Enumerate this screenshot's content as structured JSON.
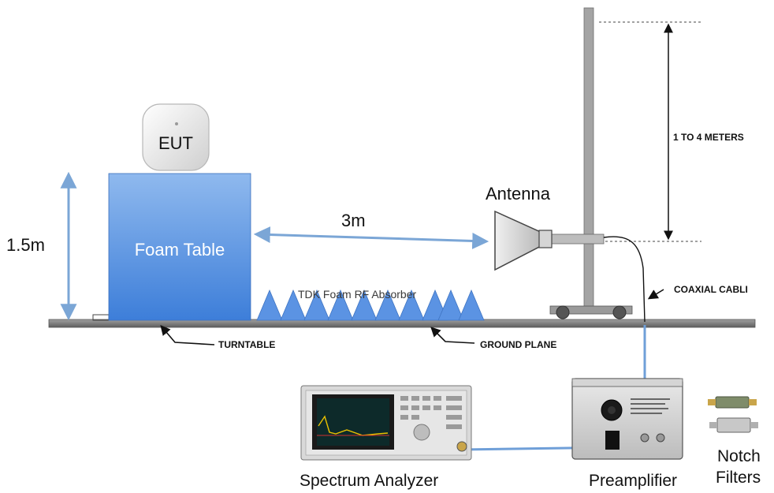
{
  "labels": {
    "eut": "EUT",
    "foam_table": "Foam Table",
    "height": "1.5m",
    "distance": "3m",
    "antenna": "Antenna",
    "range": "1 TO 4 METERS",
    "coaxial_cable": "COAXIAL CABLI",
    "absorber": "TDK Foam RF Absorber",
    "turntable": "TURNTABLE",
    "ground_plane": "GROUND PLANE",
    "spectrum_analyzer": "Spectrum Analyzer",
    "preamplifier": "Preamplifier",
    "notch_line1": "Notch",
    "notch_line2": "Filters"
  },
  "colors": {
    "table_top": "#8fb9ee",
    "table_bottom": "#3d7ed9",
    "absorber": "#5b93e3",
    "arrow_blue": "#7ba6d6",
    "cable_blue": "#6f9fd8",
    "ground": "#7f7f7f",
    "pole": "#9a9a9a",
    "dark": "#111111"
  }
}
